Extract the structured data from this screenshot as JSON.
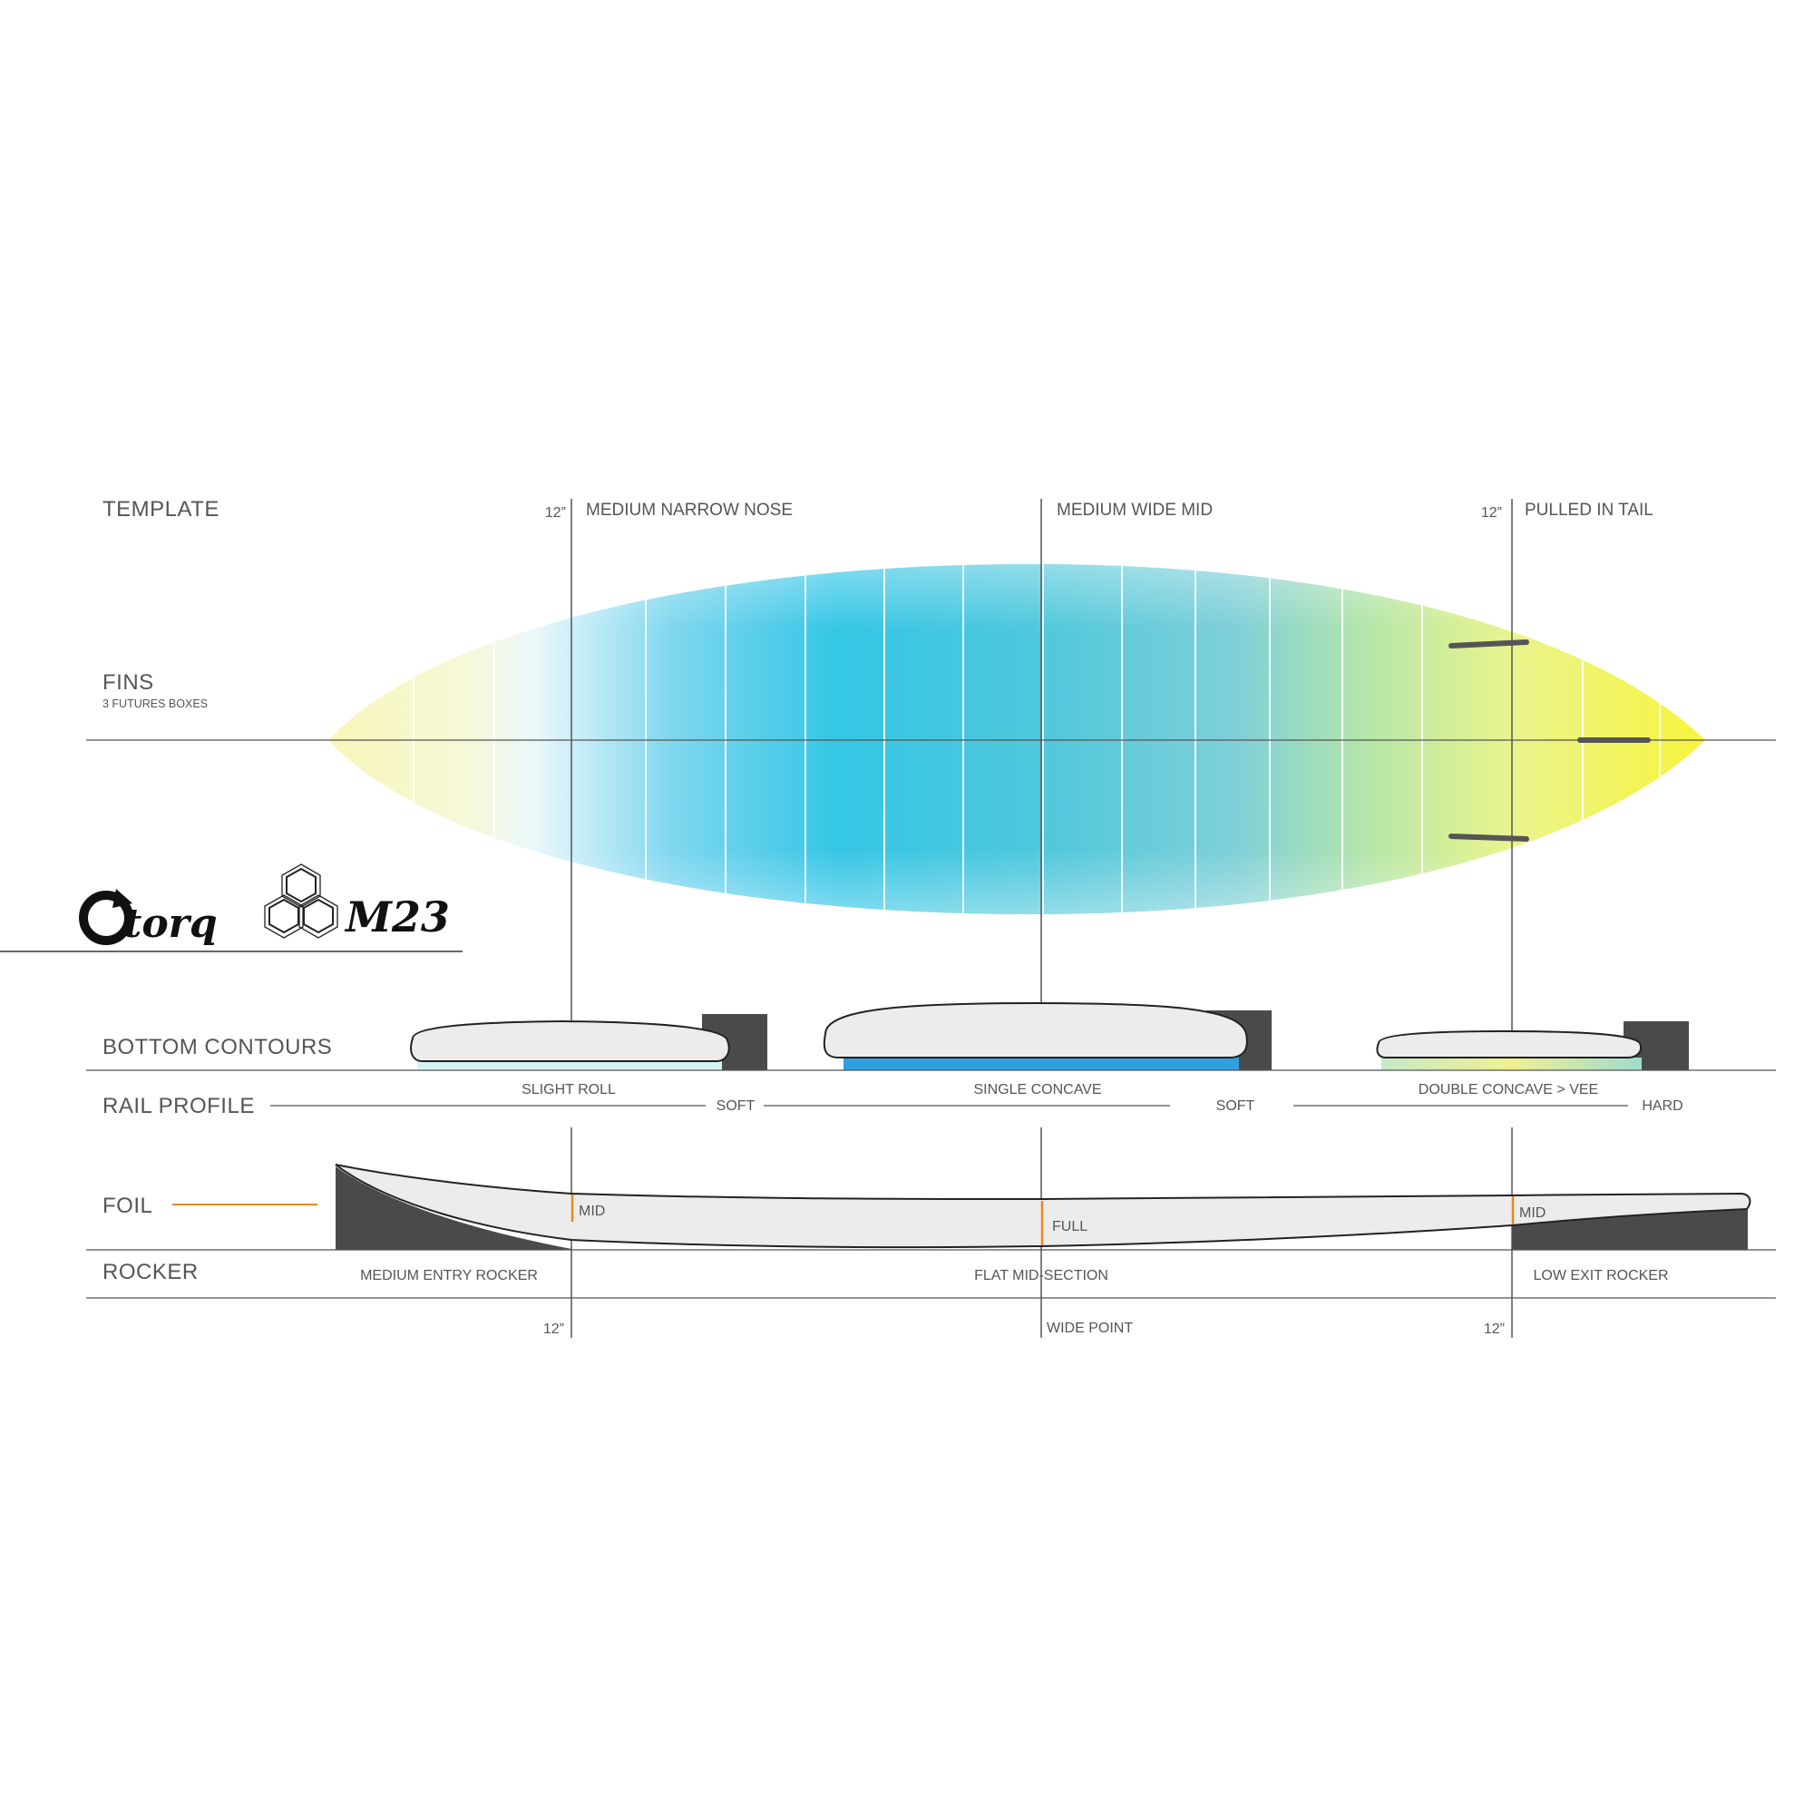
{
  "sections": {
    "template": "TEMPLATE",
    "fins": "FINS",
    "fins_sub": "3 FUTURES BOXES",
    "bottom_contours": "BOTTOM  CONTOURS",
    "rail_profile": "RAIL PROFILE",
    "foil": "FOIL",
    "rocker": "ROCKER"
  },
  "template": {
    "nose_dist": "12”",
    "nose_label": "MEDIUM NARROW NOSE",
    "mid_label": "MEDIUM WIDE MID",
    "tail_dist": "12”",
    "tail_label": "PULLED IN TAIL"
  },
  "bottom": {
    "nose": "SLIGHT ROLL",
    "mid": "SINGLE CONCAVE",
    "tail": "DOUBLE CONCAVE > VEE"
  },
  "rail": {
    "nose": "SOFT",
    "mid": "SOFT",
    "tail": "HARD"
  },
  "foil": {
    "nose": "MID",
    "mid": "FULL",
    "tail": "MID"
  },
  "rocker": {
    "entry": "MEDIUM ENTRY ROCKER",
    "mid": "FLAT MID-SECTION",
    "exit": "LOW EXIT ROCKER"
  },
  "bottom_scale": {
    "nose": "12”",
    "mid": "WIDE POINT",
    "tail": "12”"
  },
  "logos": {
    "brand": "torq",
    "shaper": "M23"
  },
  "colors": {
    "line": "#555555",
    "dark_block": "#4a4a4a",
    "accent_orange": "#e8891e",
    "board_yellow": "#f4f24a",
    "board_blue": "#35c6e6",
    "concave_blue": "#2f9fe0"
  }
}
